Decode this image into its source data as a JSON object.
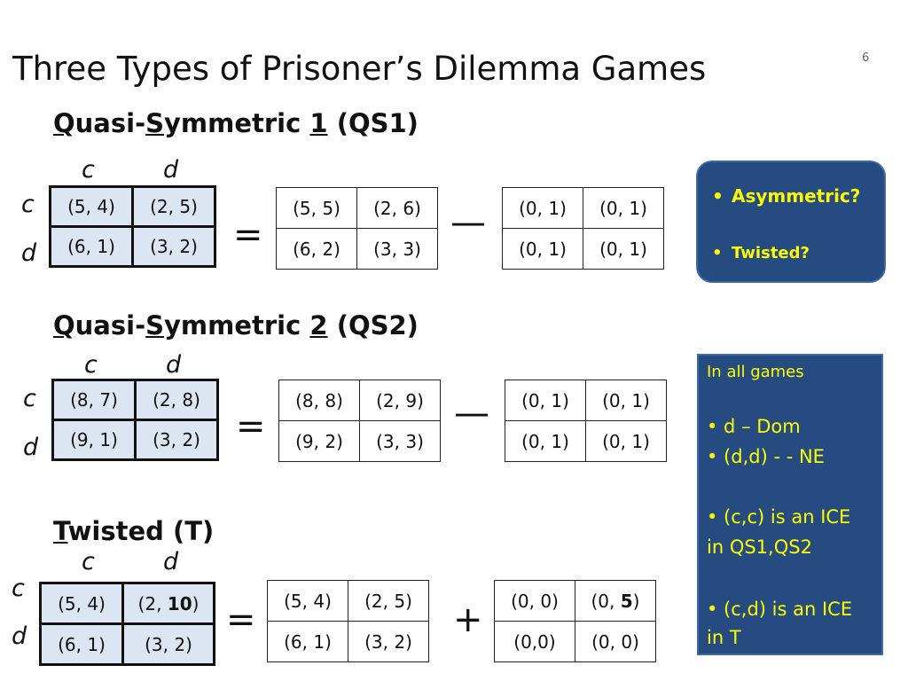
{
  "title": "Three Types of Prisoner’s Dilemma Games",
  "slide_number": "6",
  "qs1": {
    "heading_q": "Q",
    "heading_1": "uasi-",
    "heading_s": "S",
    "heading_2": "ymmetric ",
    "heading_num": "1",
    "heading_end": " (QS1)",
    "col_c": "c",
    "col_d": "d",
    "row_c": "c",
    "row_d": "d",
    "game": [
      [
        "(5, 4)",
        "(2, 5)"
      ],
      [
        "(6, 1)",
        "(3, 2)"
      ]
    ],
    "eq": "=",
    "sym": [
      [
        "(5, 5)",
        "(2, 6)"
      ],
      [
        "(6, 2)",
        "(3, 3)"
      ]
    ],
    "op": "—",
    "dev": [
      [
        "(0, 1)",
        "(0, 1)"
      ],
      [
        "(0, 1)",
        "(0, 1)"
      ]
    ]
  },
  "qs2": {
    "heading_q": "Q",
    "heading_1": "uasi-",
    "heading_s": "S",
    "heading_2": "ymmetric ",
    "heading_num": "2",
    "heading_end": " (QS2)",
    "col_c": "c",
    "col_d": "d",
    "row_c": "c",
    "row_d": "d",
    "game": [
      [
        "(8, 7)",
        "(2, 8)"
      ],
      [
        "(9, 1)",
        "(3, 2)"
      ]
    ],
    "eq": "=",
    "sym": [
      [
        "(8, 8)",
        "(2, 9)"
      ],
      [
        "(9, 2)",
        "(3, 3)"
      ]
    ],
    "op": "—",
    "dev": [
      [
        "(0, 1)",
        "(0, 1)"
      ],
      [
        "(0, 1)",
        "(0, 1)"
      ]
    ]
  },
  "t": {
    "heading_t": "T",
    "heading_rest": "wisted (T)",
    "col_c": "c",
    "col_d": "d",
    "row_c": "c",
    "row_d": "d",
    "game": [
      [
        "(5, 4)",
        "(2, 10)"
      ],
      [
        "(6, 1)",
        "(3, 2)"
      ]
    ],
    "eq": "=",
    "sym": [
      [
        "(5, 4)",
        "(2, 5)"
      ],
      [
        "(6, 1)",
        "(3, 2)"
      ]
    ],
    "op": "+",
    "dev": [
      [
        "(0, 0)",
        "(0, 5)"
      ],
      [
        "(0,0)",
        "(0, 0)"
      ]
    ]
  },
  "callout_questions": {
    "bullet": "•",
    "items": [
      "Asymmetric?",
      "Twisted?"
    ]
  },
  "callout_notes": {
    "heading": "In all games",
    "lines": [
      "• d – Dom",
      "• (d,d) - - NE",
      "• (c,c) is an ICE",
      "   in QS1,QS2",
      "• (c,d) is an ICE",
      "   in T"
    ]
  },
  "colors": {
    "callout_bg": "#254b80",
    "callout_text": "#ffff00",
    "cell_shade": "#dce6f2"
  }
}
